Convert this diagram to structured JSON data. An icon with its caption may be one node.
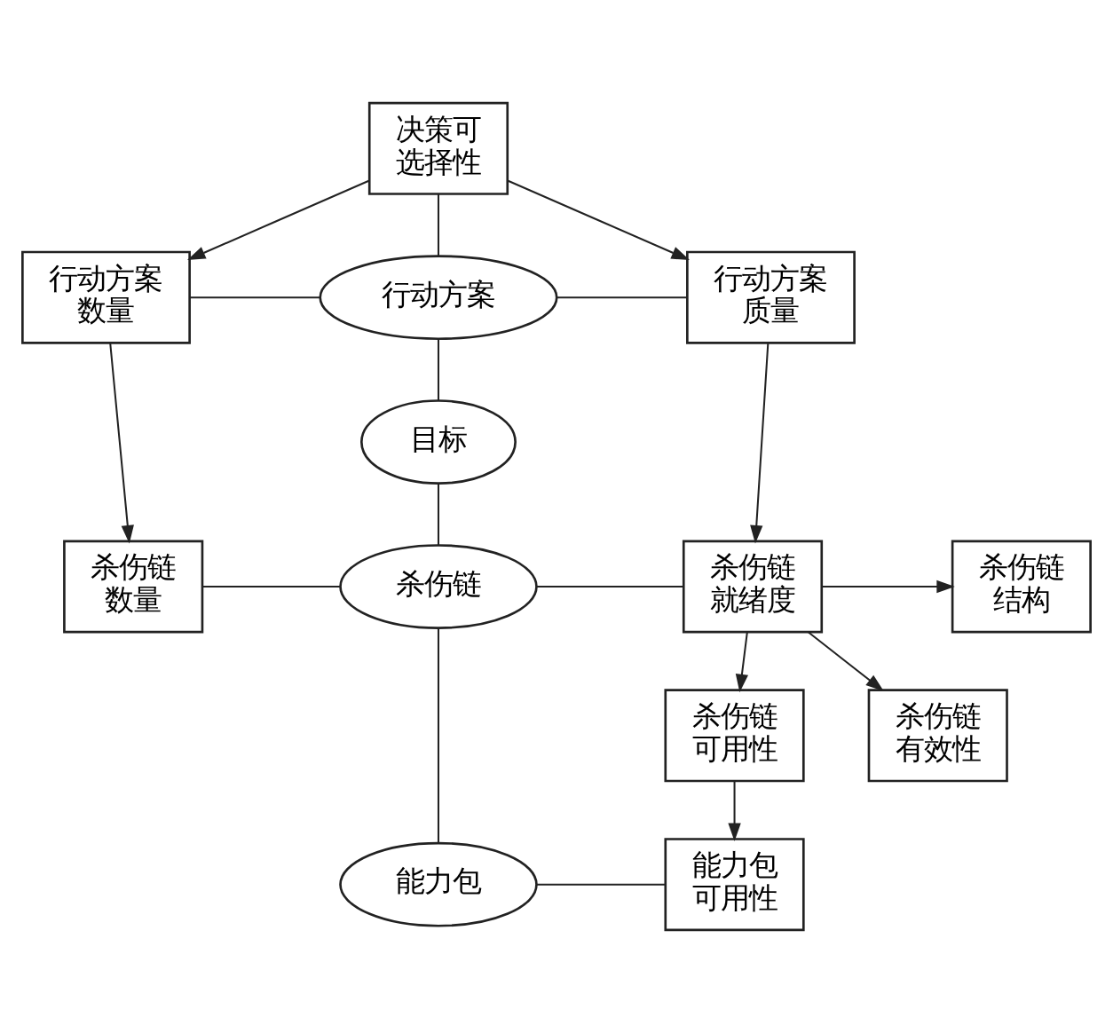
{
  "diagram": {
    "nodes": [
      {
        "text": [
          "决策可选择性"
        ]
      },
      {
        "text": [
          "行动方案数量"
        ]
      },
      {
        "text": [
          "行动方案"
        ]
      },
      {
        "text": [
          "行动方案质量"
        ]
      },
      {
        "text": [
          "目标"
        ]
      },
      {
        "text": [
          "杀伤链数量"
        ]
      },
      {
        "text": [
          "杀伤链"
        ]
      },
      {
        "text": [
          "杀伤链就绪度"
        ]
      },
      {
        "text": [
          "杀伤链结构"
        ]
      },
      {
        "text": [
          "杀伤链可用性"
        ]
      },
      {
        "text": [
          "杀伤链有效性"
        ]
      },
      {
        "text": [
          "能力包"
        ]
      },
      {
        "text": [
          "能力包可用性"
        ]
      }
    ],
    "edges": [
      {
        "from": 0,
        "to": 1,
        "arrow": "to"
      },
      {
        "from": 0,
        "to": 3,
        "arrow": "to"
      },
      {
        "from": 0,
        "to": 2,
        "arrow": "none"
      },
      {
        "from": 1,
        "to": 2,
        "arrow": "none"
      },
      {
        "from": 2,
        "to": 3,
        "arrow": "none"
      },
      {
        "from": 2,
        "to": 4,
        "arrow": "none"
      },
      {
        "from": 4,
        "to": 6,
        "arrow": "none"
      },
      {
        "from": 1,
        "to": 5,
        "arrow": "to"
      },
      {
        "from": 3,
        "to": 7,
        "arrow": "to"
      },
      {
        "from": 5,
        "to": 6,
        "arrow": "none"
      },
      {
        "from": 6,
        "to": 7,
        "arrow": "none"
      },
      {
        "from": 7,
        "to": 8,
        "arrow": "to"
      },
      {
        "from": 7,
        "to": 9,
        "arrow": "to"
      },
      {
        "from": 7,
        "to": 10,
        "arrow": "to"
      },
      {
        "from": 6,
        "to": 11,
        "arrow": "none"
      },
      {
        "from": 11,
        "to": 12,
        "arrow": "none"
      },
      {
        "from": 9,
        "to": 12,
        "arrow": "to"
      }
    ]
  }
}
